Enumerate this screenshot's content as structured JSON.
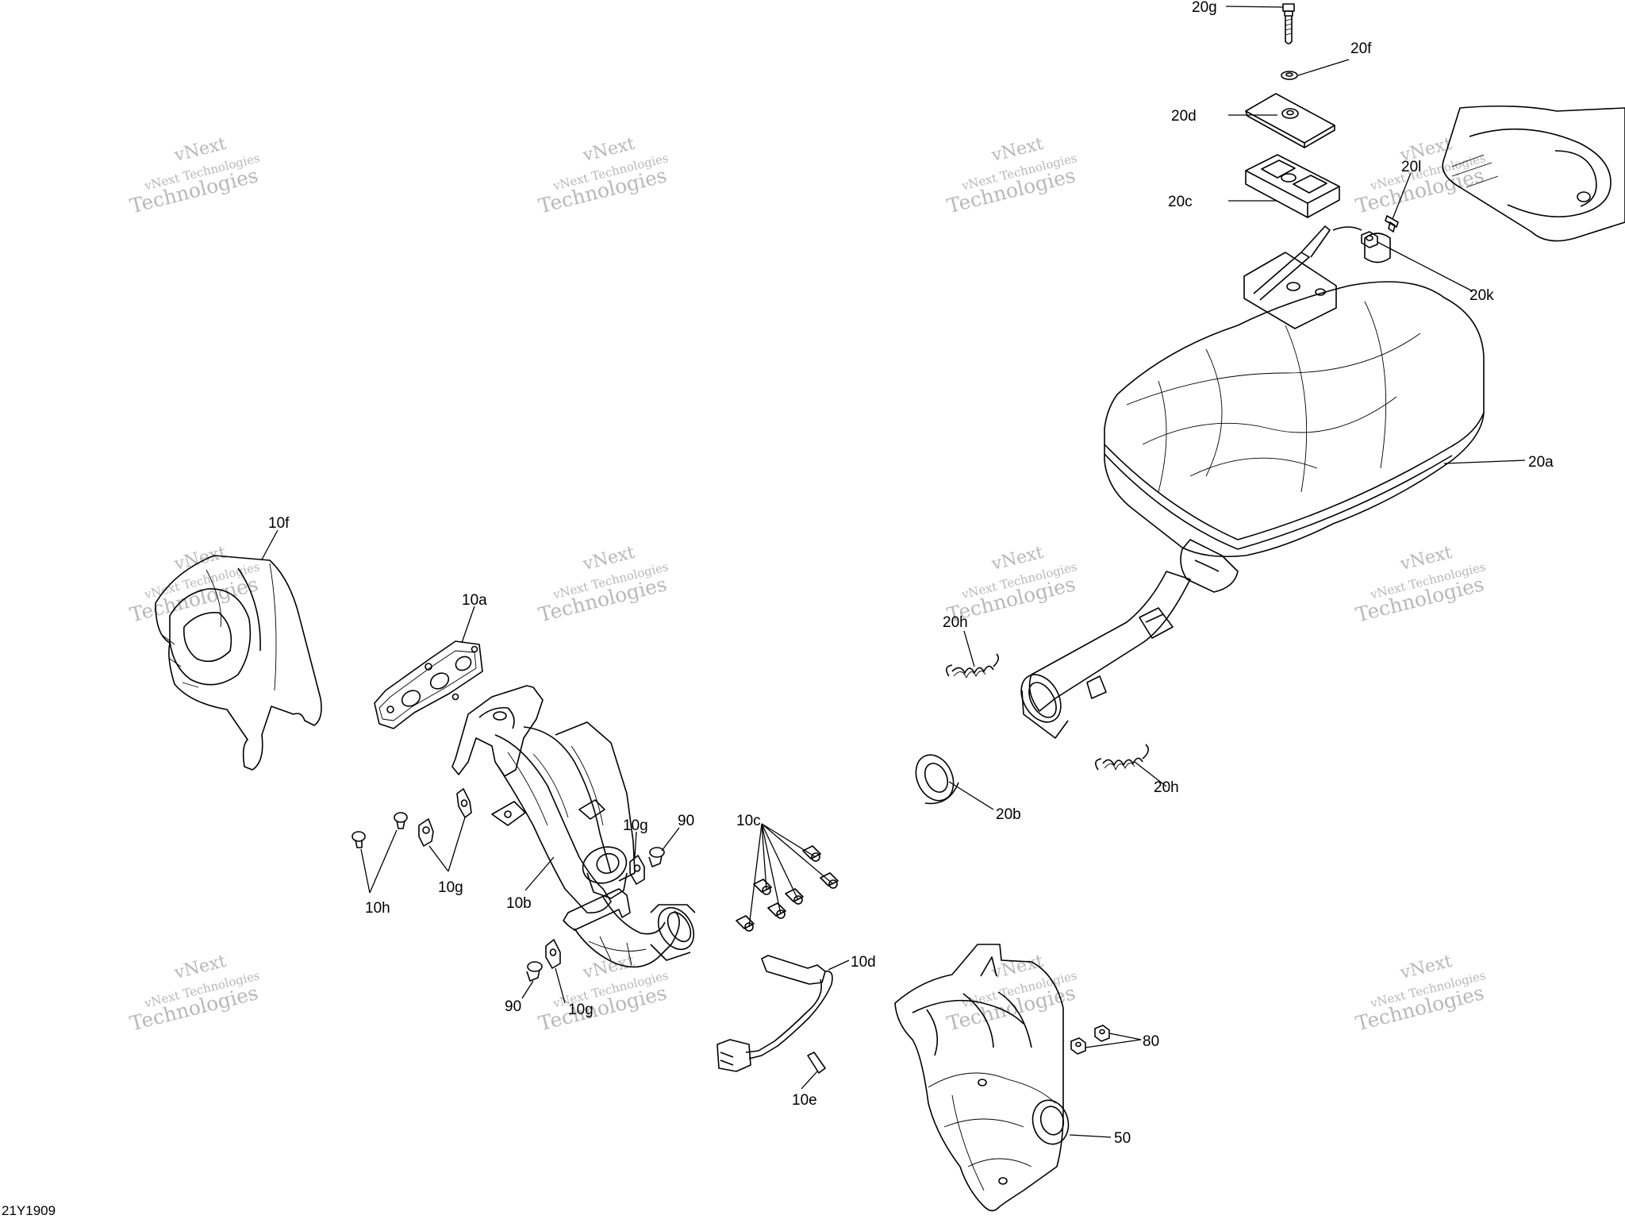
{
  "diagram_code": "21Y1909",
  "watermark": {
    "line1": "vNext",
    "line2": "vNext Technologies",
    "line3": "Technologies"
  },
  "callouts": {
    "c20g": "20g",
    "c20f": "20f",
    "c20d": "20d",
    "c20c": "20c",
    "c20l": "20l",
    "c20k": "20k",
    "c20a": "20a",
    "c20h_a": "20h",
    "c20h_b": "20h",
    "c20b": "20b",
    "c10f": "10f",
    "c10a": "10a",
    "c10g_a": "10g",
    "c10g_b": "10g",
    "c10g_c": "10g",
    "c90_a": "90",
    "c90_b": "90",
    "c10c": "10c",
    "c10h": "10h",
    "c10b": "10b",
    "c10d": "10d",
    "c10e": "10e",
    "c80": "80",
    "c50": "50"
  }
}
